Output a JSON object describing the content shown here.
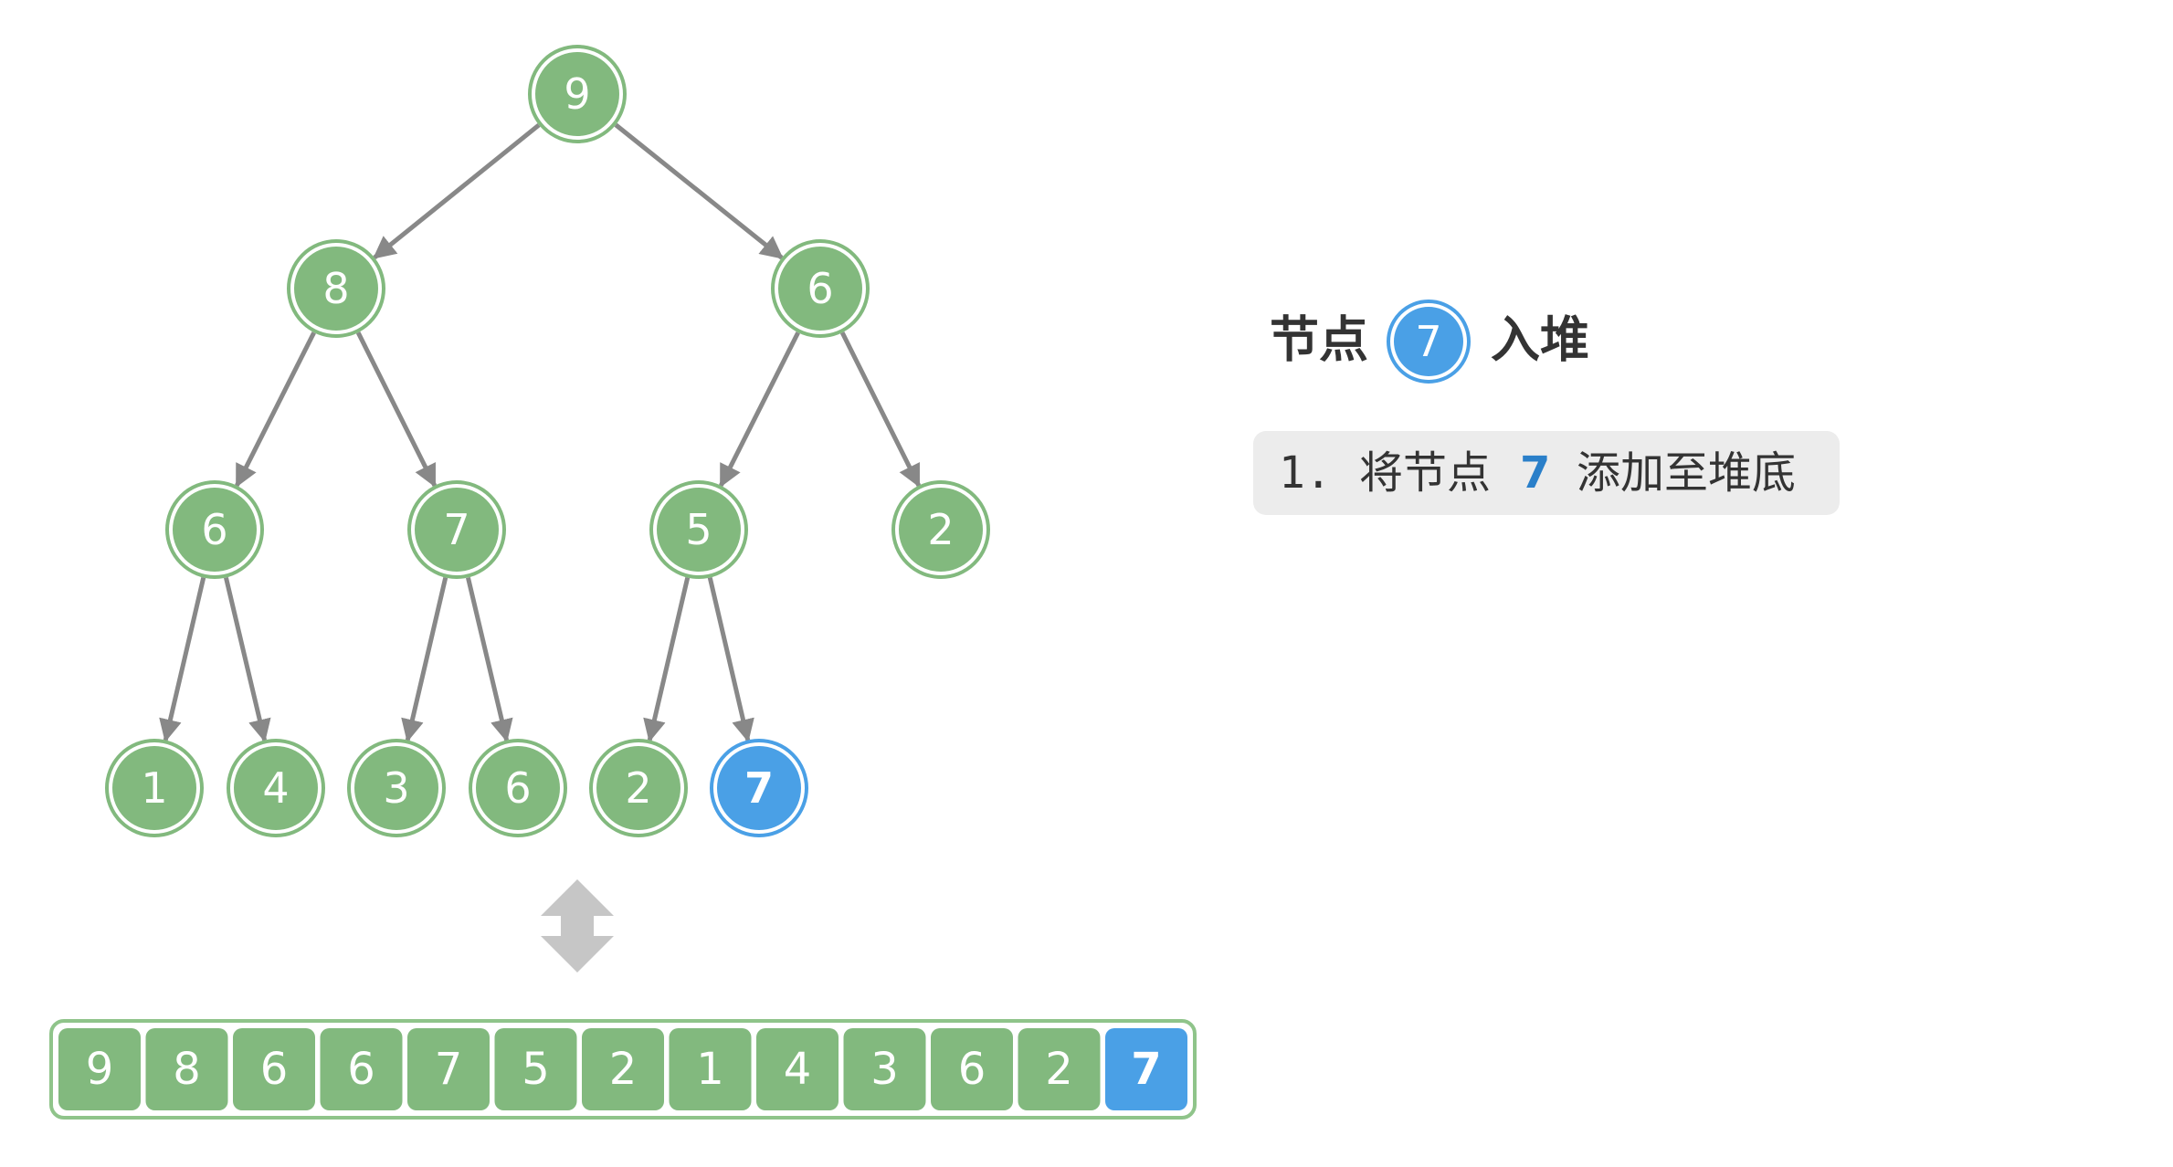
{
  "colors": {
    "node_fill": "#82b97e",
    "node_ring": "#82b97e",
    "highlight_fill": "#4aa0e6",
    "highlight_ring": "#4aa0e6",
    "edge": "#888888",
    "array_border": "#8fc48a",
    "step_box": "#ececec",
    "step_highlight": "#2a7fc9",
    "double_arrow": "#c6c6c6",
    "text_dark": "#333333"
  },
  "tree": {
    "nodes": [
      {
        "id": 0,
        "label": "9",
        "highlight": false
      },
      {
        "id": 1,
        "label": "8",
        "highlight": false
      },
      {
        "id": 2,
        "label": "6",
        "highlight": false
      },
      {
        "id": 3,
        "label": "6",
        "highlight": false
      },
      {
        "id": 4,
        "label": "7",
        "highlight": false
      },
      {
        "id": 5,
        "label": "5",
        "highlight": false
      },
      {
        "id": 6,
        "label": "2",
        "highlight": false
      },
      {
        "id": 7,
        "label": "1",
        "highlight": false
      },
      {
        "id": 8,
        "label": "4",
        "highlight": false
      },
      {
        "id": 9,
        "label": "3",
        "highlight": false
      },
      {
        "id": 10,
        "label": "6",
        "highlight": false
      },
      {
        "id": 11,
        "label": "2",
        "highlight": false
      },
      {
        "id": 12,
        "label": "7",
        "highlight": true
      }
    ],
    "edges": [
      [
        0,
        1
      ],
      [
        0,
        2
      ],
      [
        1,
        3
      ],
      [
        1,
        4
      ],
      [
        2,
        5
      ],
      [
        2,
        6
      ],
      [
        3,
        7
      ],
      [
        3,
        8
      ],
      [
        4,
        9
      ],
      [
        4,
        10
      ],
      [
        5,
        11
      ],
      [
        5,
        12
      ]
    ]
  },
  "array": {
    "cells": [
      {
        "label": "9",
        "highlight": false
      },
      {
        "label": "8",
        "highlight": false
      },
      {
        "label": "6",
        "highlight": false
      },
      {
        "label": "6",
        "highlight": false
      },
      {
        "label": "7",
        "highlight": false
      },
      {
        "label": "5",
        "highlight": false
      },
      {
        "label": "2",
        "highlight": false
      },
      {
        "label": "1",
        "highlight": false
      },
      {
        "label": "4",
        "highlight": false
      },
      {
        "label": "3",
        "highlight": false
      },
      {
        "label": "6",
        "highlight": false
      },
      {
        "label": "2",
        "highlight": false
      },
      {
        "label": "7",
        "highlight": true
      }
    ]
  },
  "title": {
    "prefix": "节点",
    "node_label": "7",
    "suffix": "入堆"
  },
  "step": {
    "number": "1.",
    "before": "将节点",
    "value": "7",
    "after": "添加至堆底"
  }
}
